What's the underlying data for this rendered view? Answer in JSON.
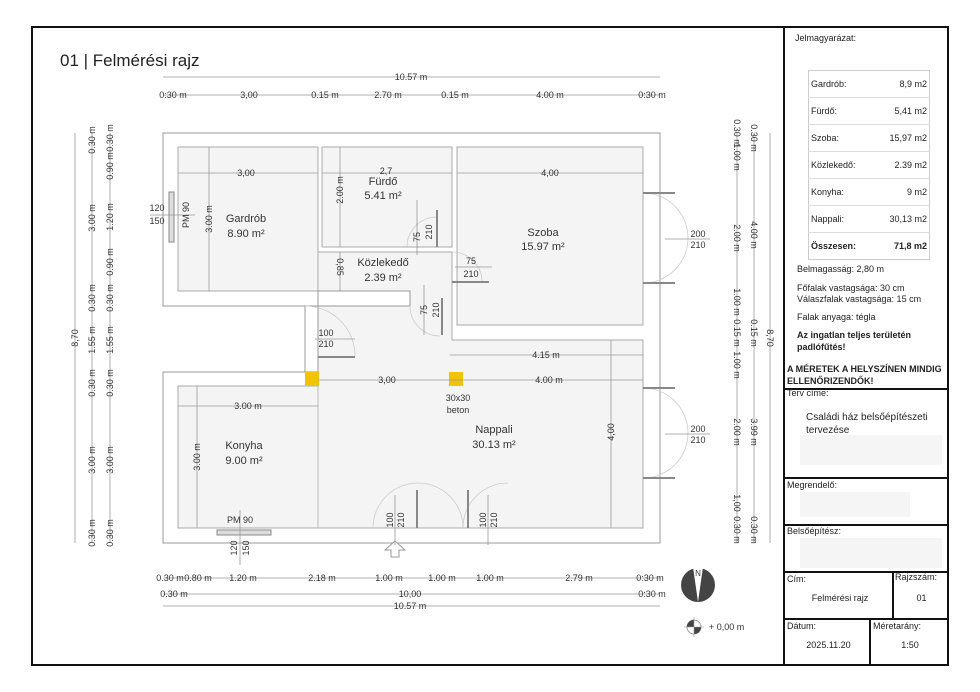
{
  "title": "01 | Felmérési rajz",
  "dims": {
    "top_total": "10.57 m",
    "top_row": [
      "0:30 m",
      "3,00",
      "0.15 m",
      "2.70 m",
      "0.15 m",
      "4.00 m",
      "0:30 m"
    ],
    "bottom_row1": [
      "0.30 m",
      "0.80 m",
      "1.20 m",
      "2.18 m",
      "1.00 m",
      "1.00 m",
      "1.00 m",
      "2.79 m",
      "0:30 m"
    ],
    "bottom_row2": [
      "0.30 m",
      "10,00",
      "0:30 m"
    ],
    "bottom_total": "10.57 m",
    "left_total": "8,70",
    "left_col1": [
      "0.30 m",
      "3.00 m",
      "0.30 m",
      "1.55 m",
      "0.30 m",
      "3.00 m",
      "0.30 m"
    ],
    "left_col2": [
      "0.30 m",
      "0.90 m",
      "1.20 m",
      "0.90 m",
      "0.30 m",
      "1.55 m",
      "0.30 m",
      "3.00 m",
      "0.30 m"
    ],
    "right_total": "8,70",
    "right_col1": [
      "0.30 m",
      "1.00 m",
      "2.00 m",
      "1.00 m",
      "0.15 m",
      "1.00 m",
      "2.00 m",
      "1,00",
      "0.30 m"
    ],
    "right_col2": [
      "0.30 m",
      "4.00 m",
      "0.15 m",
      "3.99 m",
      "0.30 m"
    ]
  },
  "rooms": [
    {
      "name": "Gardrób",
      "area": "8.90 m²"
    },
    {
      "name": "Fürdő",
      "area": "5.41 m²"
    },
    {
      "name": "Szoba",
      "area": "15.97 m²"
    },
    {
      "name": "Közlekedő",
      "area": "2.39 m²"
    },
    {
      "name": "Konyha",
      "area": "9.00 m²"
    },
    {
      "name": "Nappali",
      "area": "30.13 m²"
    }
  ],
  "inner_dims": {
    "gardrob_w": "3,00",
    "gardrob_h": "3.00 m",
    "furdo_w": "2,7",
    "furdo_h": "2.00 m",
    "szoba_w": "4,00",
    "kozl_h": "0,85",
    "nappali_top": "4.15 m",
    "col_left": "3,00",
    "col_right": "4.00 m",
    "konyha_w": "3.00 m",
    "konyha_h": "3.00 m",
    "nappali_h": "4,00",
    "pillar": "30x30",
    "pillar_mat": "beton"
  },
  "openings": {
    "win_left": [
      "120",
      "150"
    ],
    "win_left_type": "PM 90",
    "win_bottom": [
      "120",
      "150"
    ],
    "win_bottom_type": "PM 90",
    "door_furdo": [
      "75",
      "210"
    ],
    "door_szoba": [
      "75",
      "210"
    ],
    "door_kozl": [
      "75",
      "210"
    ],
    "door_nappali": [
      "100",
      "210"
    ],
    "door_right_top": [
      "200",
      "210"
    ],
    "door_right_bottom": [
      "200",
      "210"
    ],
    "door_bottom_left": [
      "100",
      "210"
    ],
    "door_bottom_right": [
      "100",
      "210"
    ]
  },
  "north_label": "N",
  "level": "+ 0,00 m",
  "colors": {
    "pillar": "#f2c300",
    "floor": "#f4f4f4",
    "wall_line": "#999999"
  },
  "legend": {
    "heading": "Jelmagyarázat:",
    "rows": [
      {
        "label": "Gardrób:",
        "value": "8,9 m2"
      },
      {
        "label": "Fürdő:",
        "value": "5,41 m2"
      },
      {
        "label": "Szoba:",
        "value": "15,97 m2"
      },
      {
        "label": "Közlekedő:",
        "value": "2.39 m2"
      },
      {
        "label": "Konyha:",
        "value": "9 m2"
      },
      {
        "label": "Nappali:",
        "value": "30,13 m2"
      }
    ],
    "total_label": "Összesen:",
    "total_value": "71,8 m2",
    "height": "Belmagasság: 2,80 m",
    "main_walls": "Főfalak vastagsága: 30 cm",
    "partition_walls": "Válaszfalak vastagsága: 15 cm",
    "material": "Falak anyaga: tégla",
    "heating": "Az ingatlan teljes területén padlófűtés!",
    "warning": "A MÉRETEK A HELYSZÍNEN MINDIG ELLENŐRIZENDŐK!"
  },
  "titleblock": {
    "plan_title_label": "Terv címe:",
    "plan_title": "Családi ház belsőépítészeti tervezése",
    "client_label": "Megrendelő:",
    "designer_label": "Belsőépítész:",
    "name_label": "Cím:",
    "name": "Felmérési rajz",
    "number_label": "Rajzszám:",
    "number": "01",
    "date_label": "Dátum:",
    "date": "2025.11.20",
    "scale_label": "Méretarány:",
    "scale": "1:50"
  }
}
